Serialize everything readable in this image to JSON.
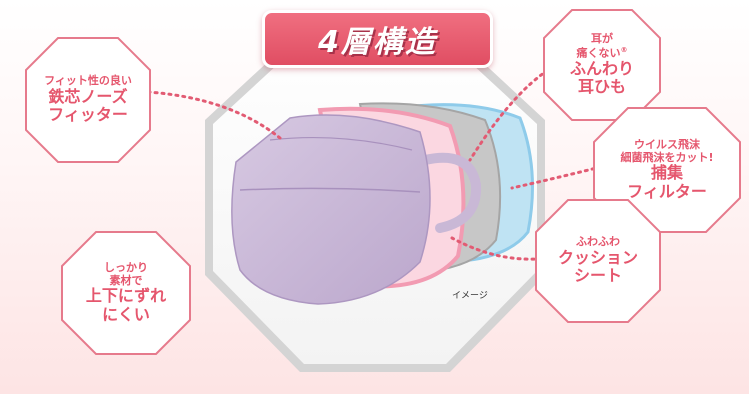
{
  "title": "4層構造",
  "callouts": {
    "nose": {
      "line1": "フィット性の良い",
      "line2": "鉄芯ノーズ",
      "line3": "フィッター"
    },
    "ear": {
      "line1": "耳が",
      "line2": "痛くない",
      "mark": "®",
      "line3": "ふんわり",
      "line4": "耳ひも"
    },
    "filter": {
      "line1": "ウイルス飛沫",
      "line2": "細菌飛沫をカット!",
      "line3": "捕集",
      "line4": "フィルター"
    },
    "cushion": {
      "line1": "ふわふわ",
      "line2": "クッション",
      "line3": "シート"
    },
    "material": {
      "line1": "しっかり",
      "line2": "素材で",
      "line3": "上下にずれ",
      "line4": "にくい"
    }
  },
  "image_note": "イメージ",
  "colors": {
    "accent": "#e5566d",
    "mask_lavender": "#c9b8d6",
    "layer_pink": "#f6b7c7",
    "layer_gray": "#b8b8b8",
    "layer_blue": "#a9d8ee"
  }
}
